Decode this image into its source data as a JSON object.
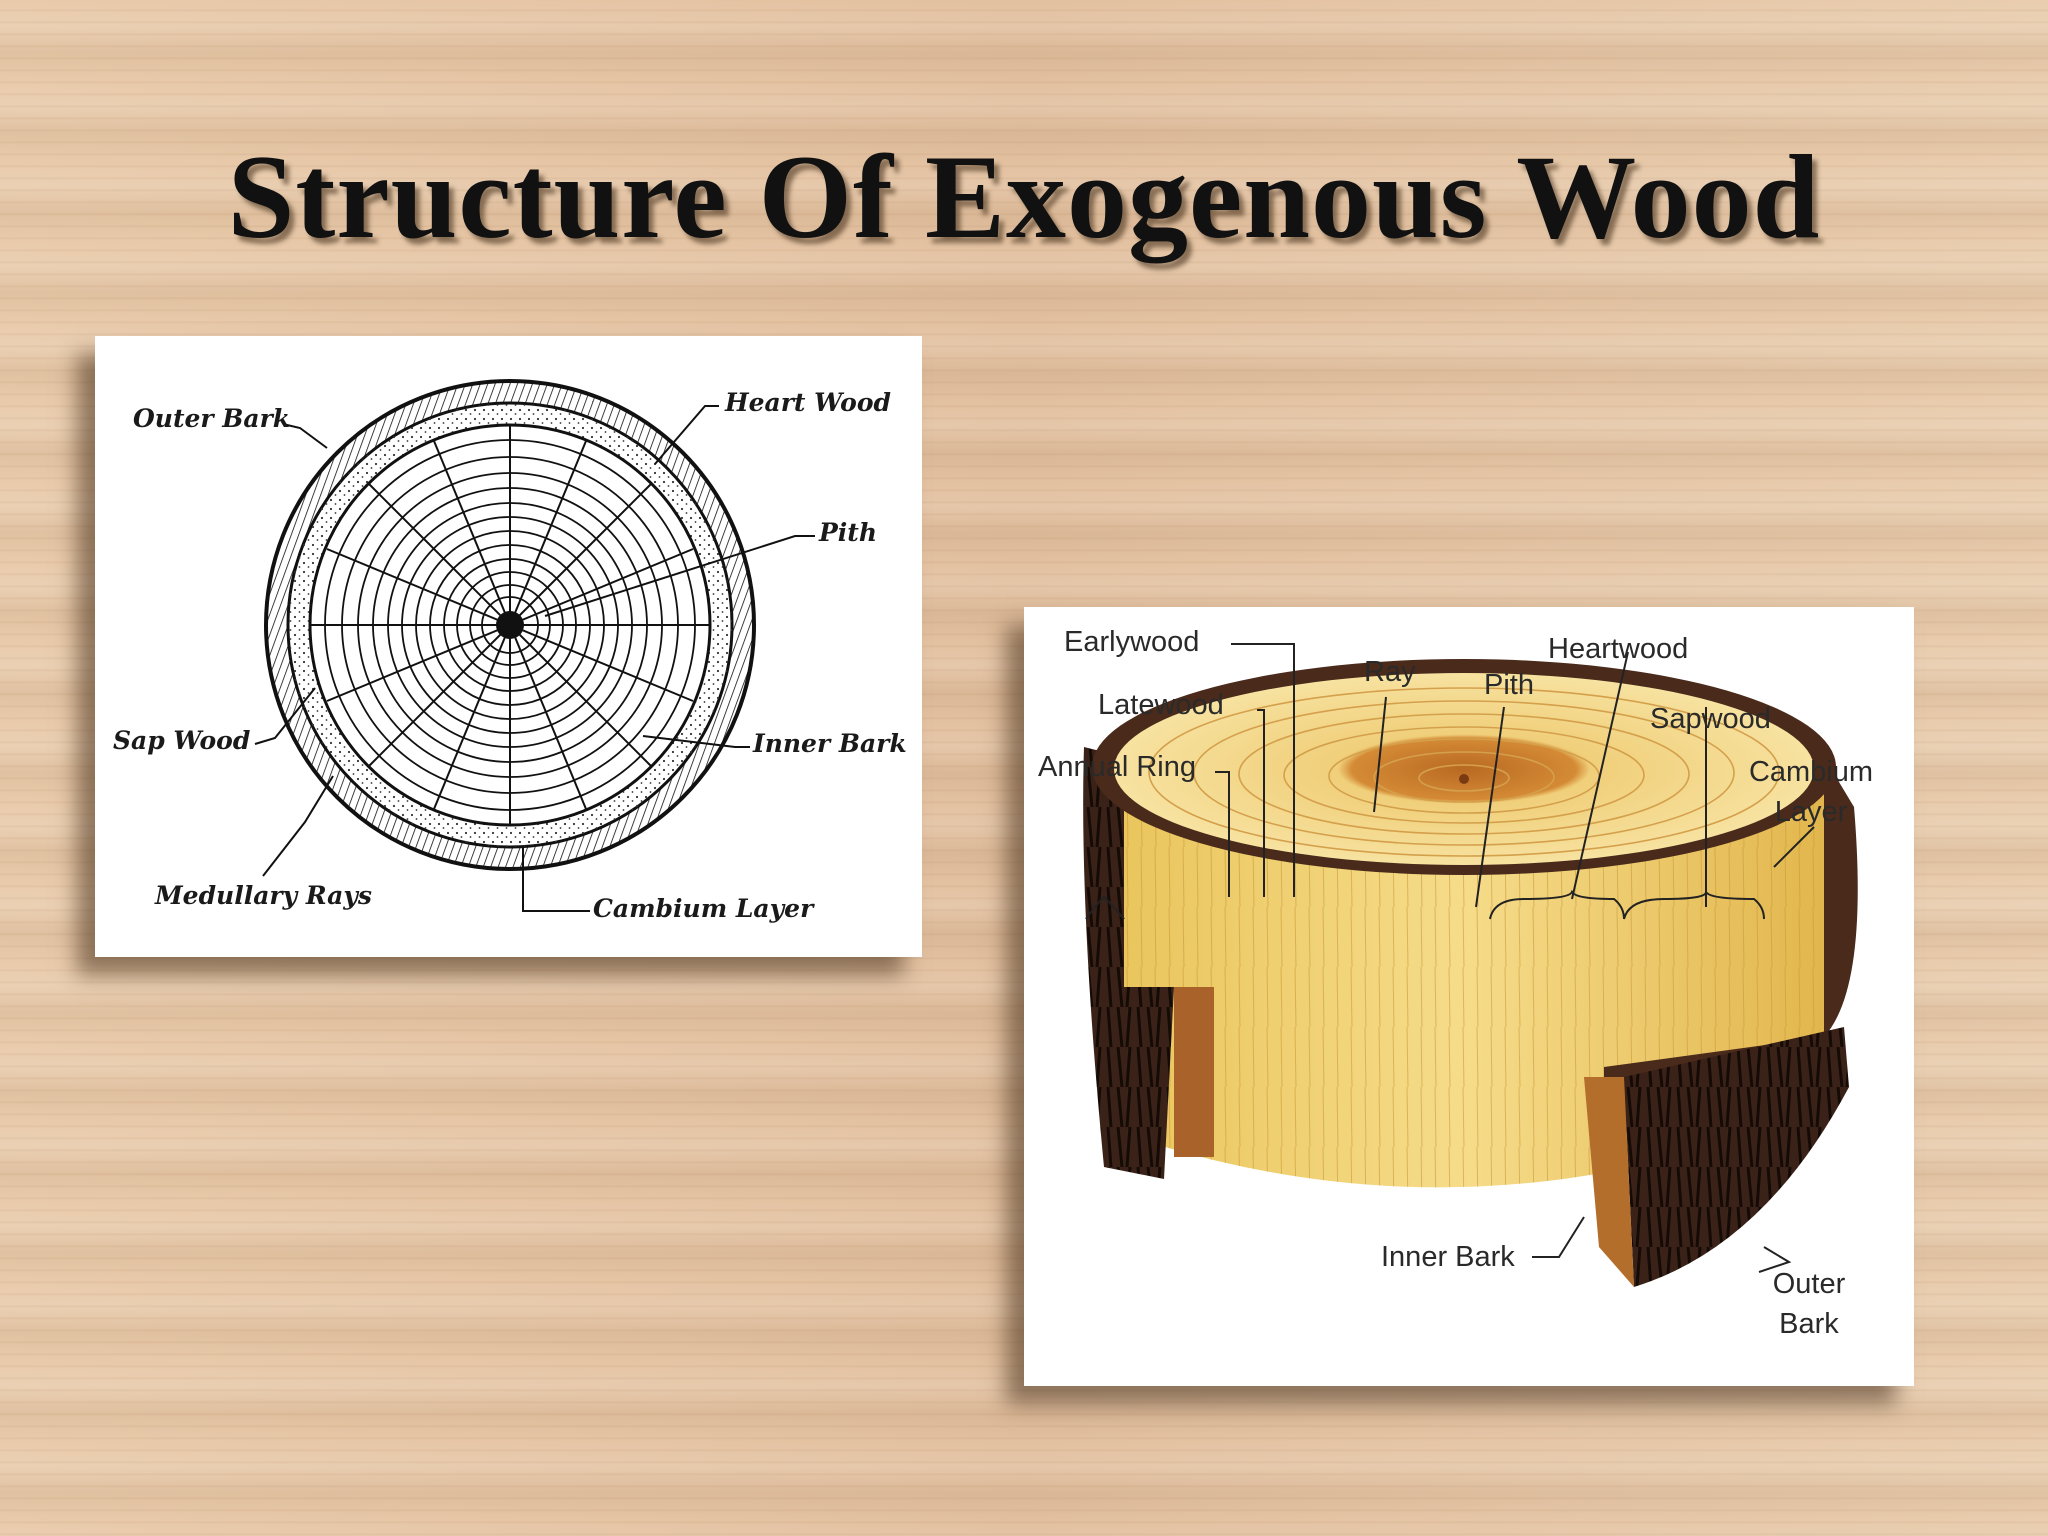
{
  "title": "Structure Of Exogenous Wood",
  "left_diagram": {
    "outer_bark": "Outer Bark",
    "heart_wood": "Heart Wood",
    "pith": "Pith",
    "sap_wood": "Sap Wood",
    "inner_bark": "Inner Bark",
    "medullary_rays": "Medullary Rays",
    "cambium_layer": "Cambium Layer"
  },
  "right_diagram": {
    "earlywood": "Earlywood",
    "latewood": "Latewood",
    "annual_ring": "Annual Ring",
    "ray": "Ray",
    "pith": "Pith",
    "heartwood": "Heartwood",
    "sapwood": "Sapwood",
    "cambium_line1": "Cambium",
    "cambium_line2": "Layer",
    "inner_bark": "Inner Bark",
    "outer_bark_line1": "Outer",
    "outer_bark_line2": "Bark"
  },
  "colors": {
    "heartwood": "#c97a2e",
    "sapwood": "#f3d98f",
    "bark": "#3a2218"
  }
}
